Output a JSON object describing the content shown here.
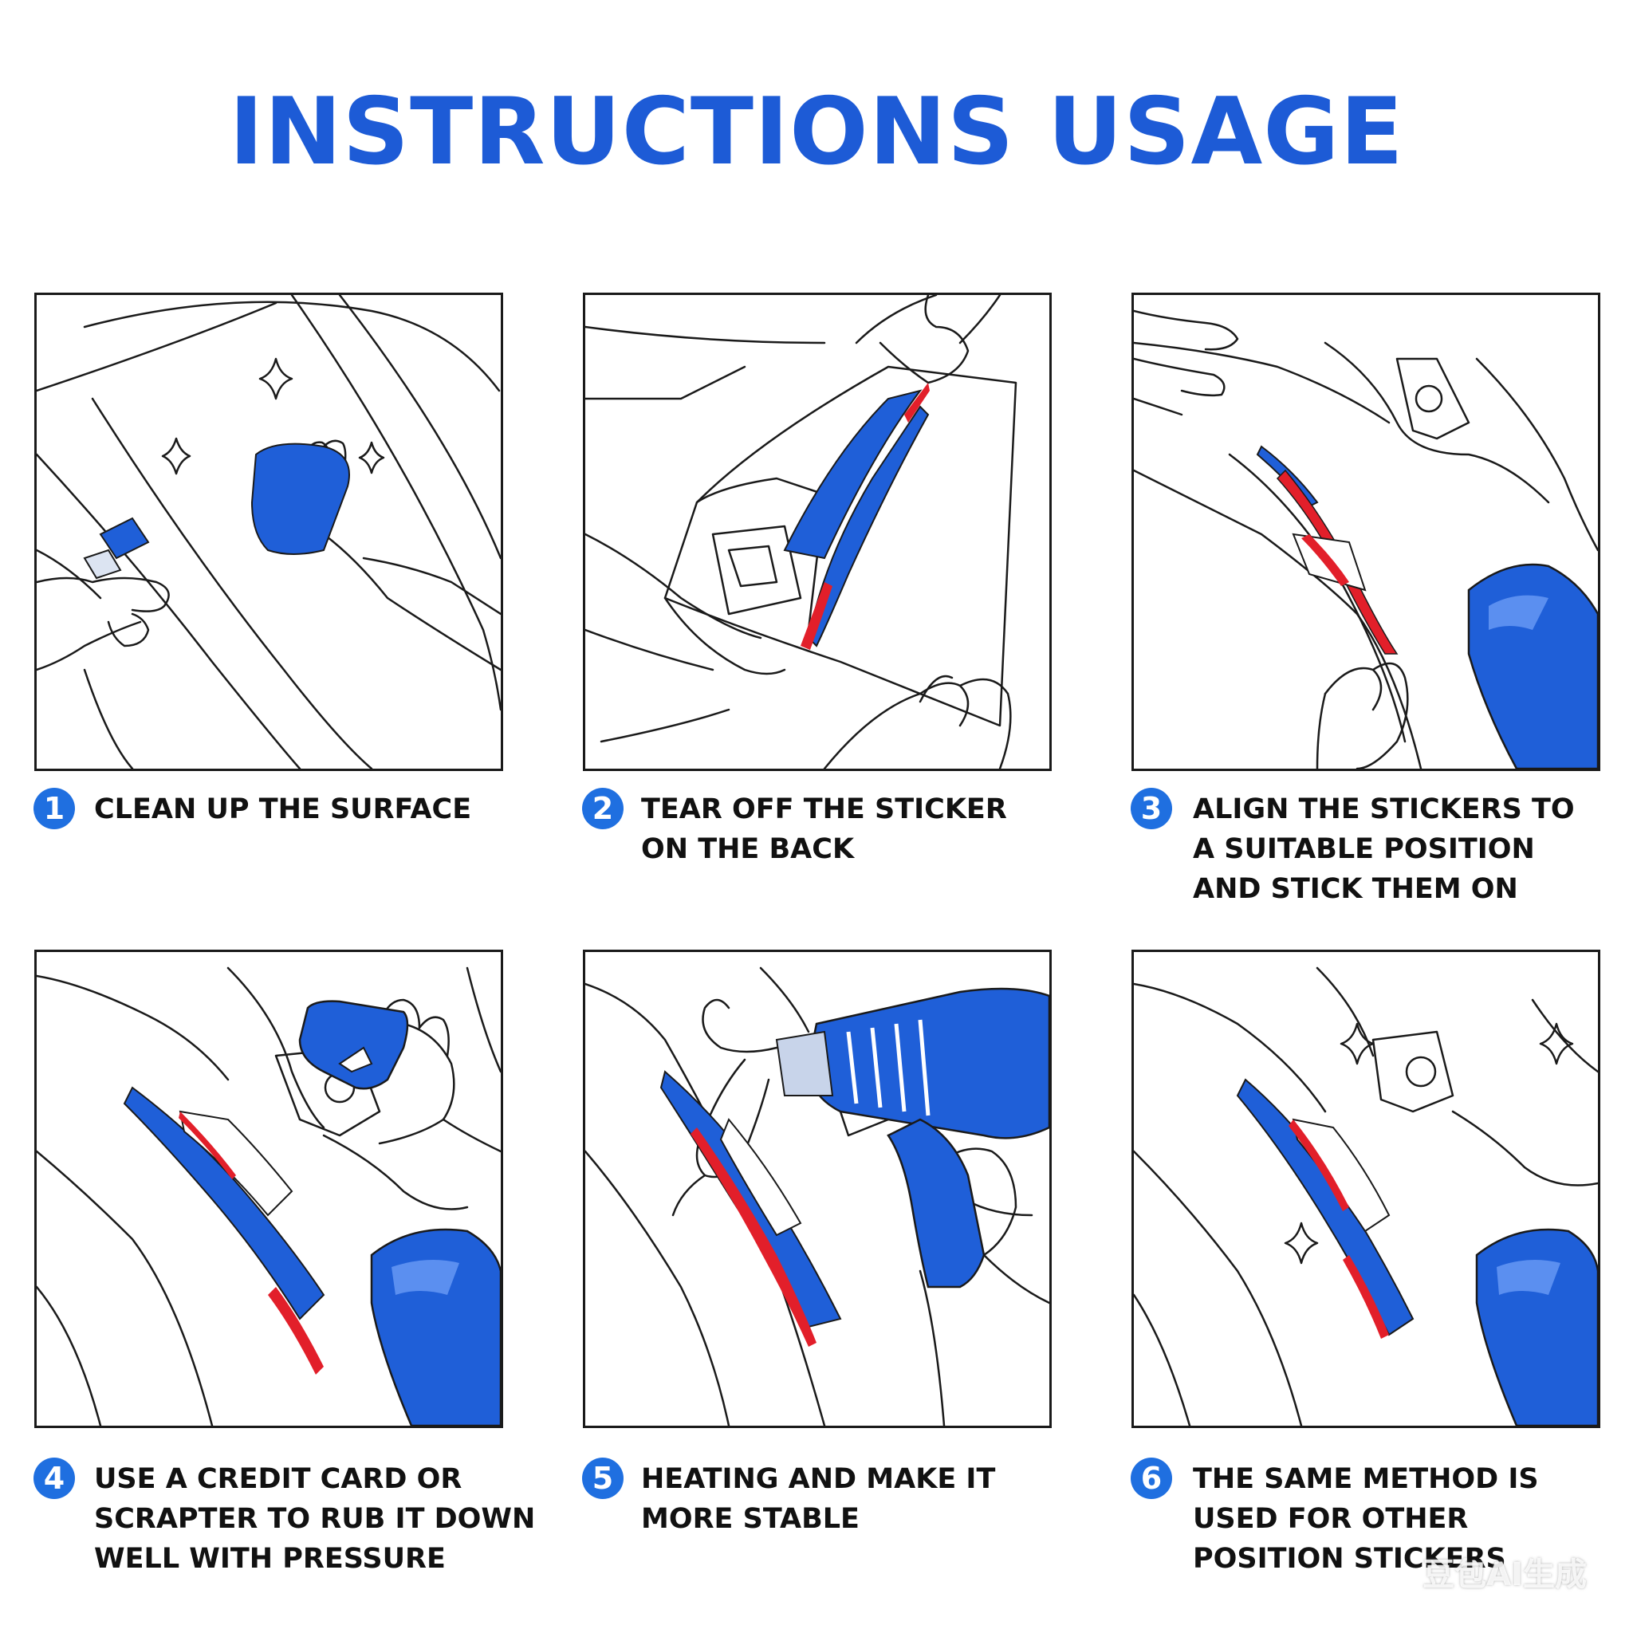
{
  "title": "INSTRUCTIONS USAGE",
  "colors": {
    "title": "#1d5bd6",
    "badge": "#1f6fe0",
    "sticker_blue": "#1f5fd8",
    "sticker_red": "#e21f2a",
    "line": "#1a1a1a"
  },
  "steps": [
    {
      "number": "1",
      "caption": "CLEAN UP THE SURFACE"
    },
    {
      "number": "2",
      "caption": "TEAR OFF THE STICKER\nON THE BACK"
    },
    {
      "number": "3",
      "caption": "ALIGN THE STICKERS TO\nA SUITABLE POSITION\nAND STICK THEM ON"
    },
    {
      "number": "4",
      "caption": "USE A CREDIT CARD OR\nSCRAPTER TO RUB IT DOWN\nWELL WITH PRESSURE"
    },
    {
      "number": "5",
      "caption": "HEATING AND MAKE IT\nMORE STABLE"
    },
    {
      "number": "6",
      "caption": "THE SAME METHOD IS\nUSED FOR OTHER\nPOSITION STICKERS"
    }
  ],
  "watermark": "豆包AI生成"
}
